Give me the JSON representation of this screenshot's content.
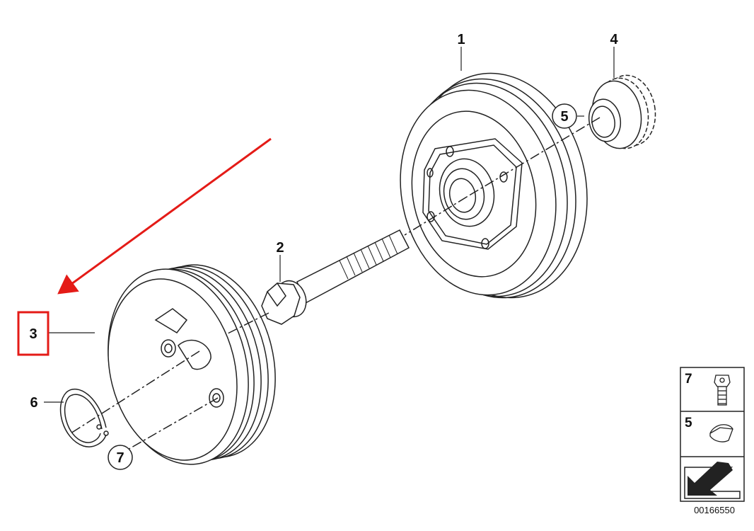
{
  "diagram": {
    "reference_number": "00166550",
    "highlight_color": "#e41b17",
    "callouts": [
      {
        "id": "1",
        "label": "1"
      },
      {
        "id": "2",
        "label": "2"
      },
      {
        "id": "3",
        "label": "3"
      },
      {
        "id": "4",
        "label": "4"
      },
      {
        "id": "5",
        "label": "5"
      },
      {
        "id": "6",
        "label": "6"
      },
      {
        "id": "7",
        "label": "7"
      }
    ],
    "legend": [
      {
        "label": "7",
        "icon": "bolt-icon"
      },
      {
        "label": "5",
        "icon": "woodruff-key-icon"
      },
      {
        "label": "",
        "icon": "direction-arrow-icon"
      }
    ],
    "parts": [
      {
        "number": "1",
        "icon": "vibration-damper-icon"
      },
      {
        "number": "2",
        "icon": "central-bolt-icon"
      },
      {
        "number": "3",
        "icon": "belt-pulley-icon",
        "highlighted": true
      },
      {
        "number": "4",
        "icon": "sprocket-gear-icon"
      },
      {
        "number": "5",
        "icon": "woodruff-key-icon"
      },
      {
        "number": "6",
        "icon": "circlip-icon"
      },
      {
        "number": "7",
        "icon": "bolt-icon"
      }
    ]
  }
}
